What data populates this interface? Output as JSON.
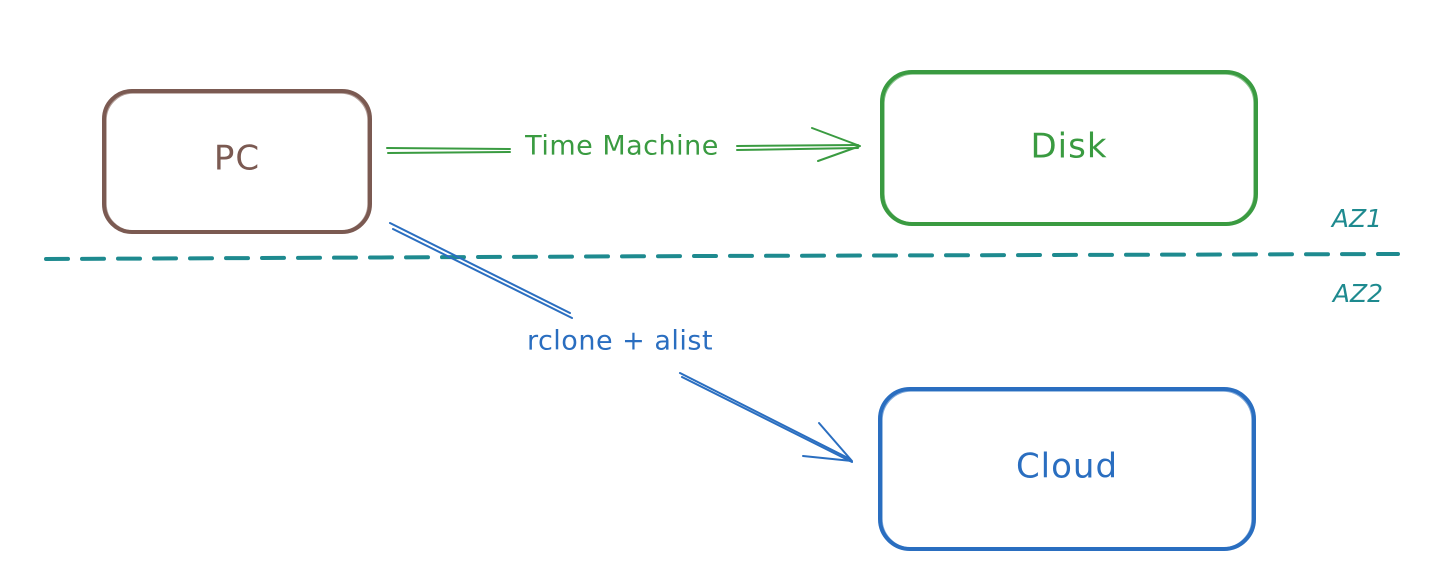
{
  "colors": {
    "pc": "#7b5a52",
    "disk": "#3a9b41",
    "cloud": "#2a6ec0",
    "zone": "#1e8a8f",
    "background": "#ffffff"
  },
  "nodes": {
    "pc": {
      "label": "PC"
    },
    "disk": {
      "label": "Disk"
    },
    "cloud": {
      "label": "Cloud"
    }
  },
  "edges": {
    "time_machine": {
      "label": "Time Machine",
      "from": "PC",
      "to": "Disk"
    },
    "rclone": {
      "label": "rclone + alist",
      "from": "PC",
      "to": "Cloud"
    }
  },
  "zones": {
    "upper": {
      "label": "AZ1"
    },
    "lower": {
      "label": "AZ2"
    }
  }
}
